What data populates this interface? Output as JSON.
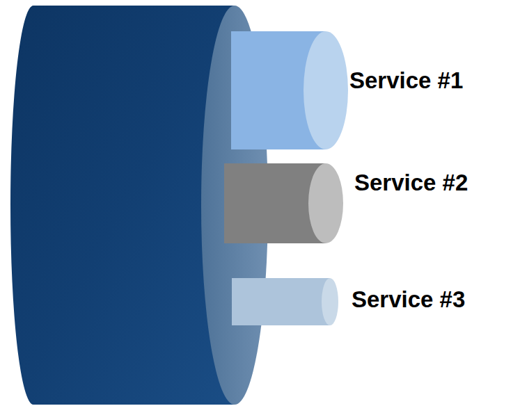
{
  "diagram": {
    "labels": [
      "Service #1",
      "Service #2",
      "Service #3"
    ]
  }
}
